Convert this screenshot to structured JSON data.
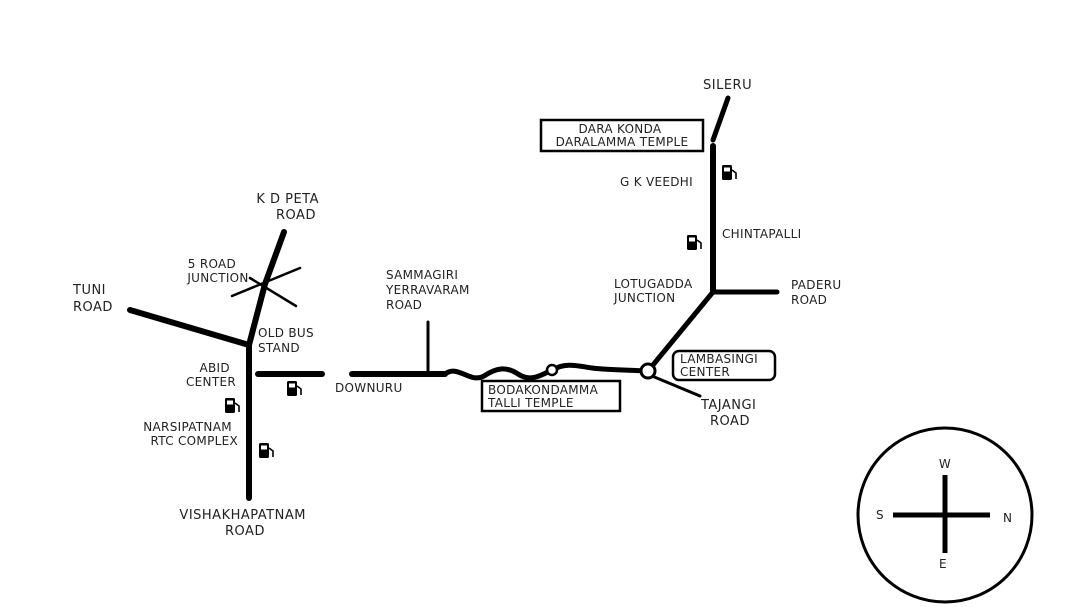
{
  "places": {
    "kd_peta": [
      "K D PETA",
      "ROAD"
    ],
    "five_road": [
      "5 ROAD",
      "JUNCTION"
    ],
    "tuni": [
      "TUNI",
      "ROAD"
    ],
    "old_bus": [
      "OLD BUS",
      "STAND"
    ],
    "abid": [
      "ABID",
      "CENTER"
    ],
    "narsipatnam": [
      "NARSIPATNAM",
      "RTC COMPLEX"
    ],
    "vishakhapatnam": [
      "VISHAKHAPATNAM",
      "ROAD"
    ],
    "sammagiri": [
      "SAMMAGIRI",
      "YERRAVARAM",
      "ROAD"
    ],
    "downuru": [
      "DOWNURU"
    ],
    "bodakondamma": [
      "BODAKONDAMMA",
      "TALLI TEMPLE"
    ],
    "lambasingi": [
      "LAMBASINGI",
      "CENTER"
    ],
    "tajangi": [
      "TAJANGI",
      "ROAD"
    ],
    "lotugadda": [
      "LOTUGADDA",
      "JUNCTION"
    ],
    "paderu": [
      "PADERU",
      "ROAD"
    ],
    "chintapalli": [
      "CHINTAPALLI"
    ],
    "gk_veedhi": [
      "G K VEEDHI"
    ],
    "dara_konda": [
      "DARA KONDA",
      "DARALAMMA TEMPLE"
    ],
    "sileru": [
      "SILERU"
    ]
  },
  "compass": {
    "top": "W",
    "bottom": "E",
    "left": "S",
    "right": "N"
  },
  "icons": [
    "fuel-pump-icon"
  ]
}
